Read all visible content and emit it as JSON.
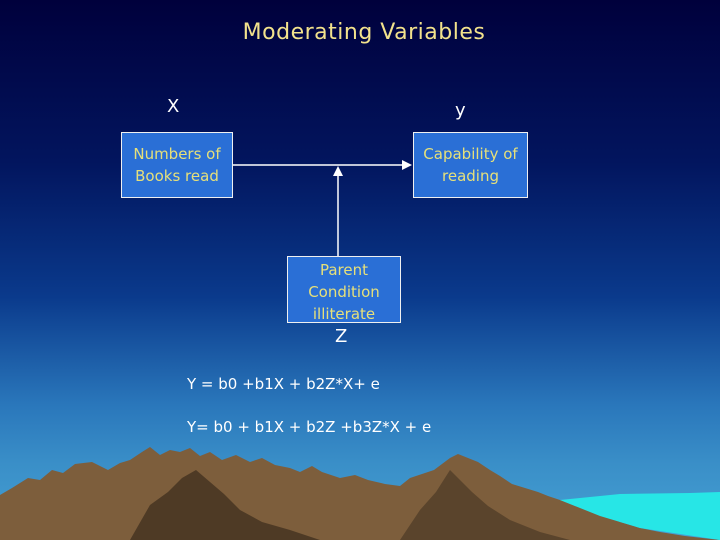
{
  "slide": {
    "title": "Moderating Variables",
    "x_label": "X",
    "y_label": "y",
    "z_label": "Z",
    "independent_box": {
      "line1": "Numbers of",
      "line2": "Books read"
    },
    "dependent_box": {
      "line1": "Capability of",
      "line2": "reading"
    },
    "moderator_box": {
      "line1": "Parent",
      "line2": "Condition",
      "line3": "illiterate"
    },
    "equation_1": "Y = b0 +b1X + b2Z*X+ e",
    "equation_2": "Y= b0 + b1X + b2Z +b3Z*X + e"
  },
  "colors": {
    "title": "#f2e28c",
    "box_fill": "#2a6fd6",
    "box_text": "#e6e07a",
    "arrow": "#ffffff"
  }
}
